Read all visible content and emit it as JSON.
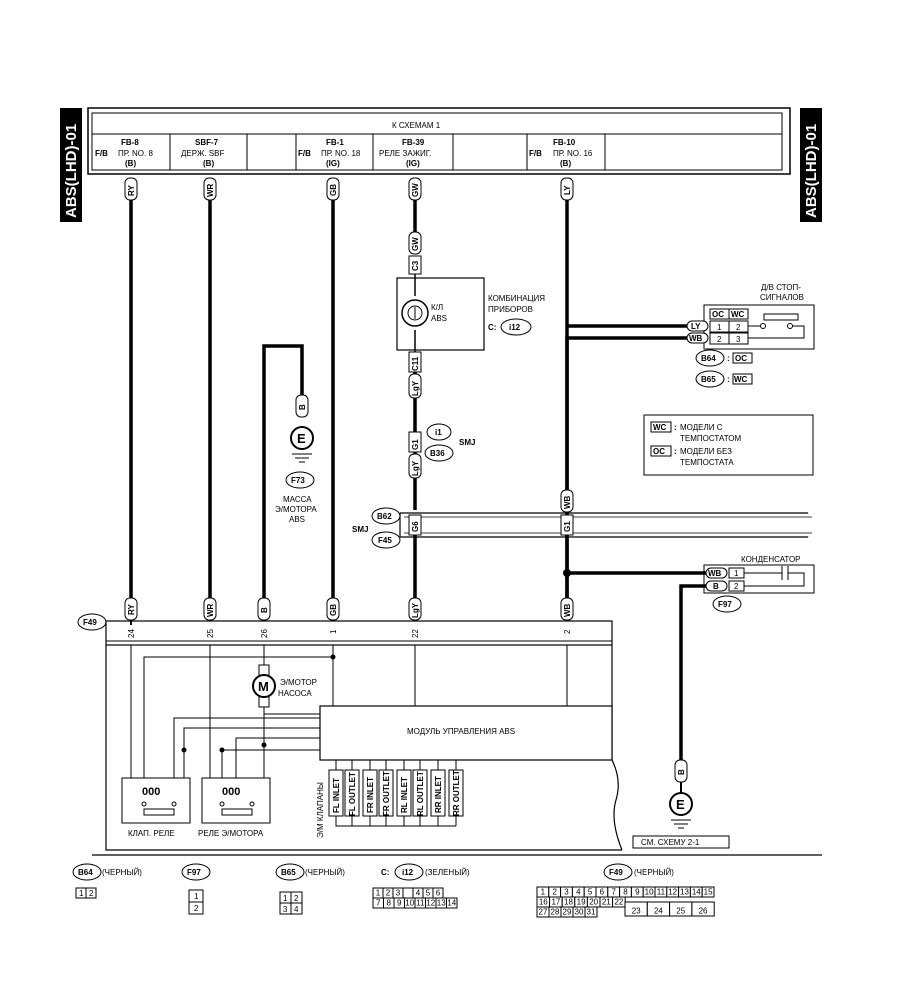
{
  "side_label": "ABS(LHD)-01",
  "header": {
    "title": "К СХЕМАМ 1",
    "cells": [
      {
        "fb": "",
        "line1": "FB-8",
        "line2": "ПР. NO. 8",
        "line3": "(B)",
        "fbmark": "F/B"
      },
      {
        "fb": "",
        "line1": "SBF-7",
        "line2": "ДЕРЖ. SBF",
        "line3": "(B)",
        "fbmark": ""
      },
      {
        "fb": "",
        "line1": "FB-1",
        "line2": "ПР. NO. 18",
        "line3": "(IG)",
        "fbmark": "F/B"
      },
      {
        "fb": "",
        "line1": "FB-39",
        "line2": "РЕЛЕ ЗАЖИГ.",
        "line3": "(IG)",
        "fbmark": ""
      },
      {
        "fb": "",
        "line1": "FB-10",
        "line2": "ПР. NO. 16",
        "line3": "(B)",
        "fbmark": "F/B"
      }
    ]
  },
  "wire_codes": {
    "ry": "RY",
    "wr": "WR",
    "gb": "GB",
    "gw": "GW",
    "ly": "LY",
    "b": "B",
    "lgy": "LgY",
    "wb": "WB"
  },
  "cluster": {
    "c3": "C3",
    "c11": "C11",
    "lamp": "К/Л\nABS",
    "lamp_l1": "К/Л",
    "lamp_l2": "ABS",
    "name_l1": "КОМБИНАЦИЯ",
    "name_l2": "ПРИБОРОВ",
    "conn_prefix": "C:",
    "conn": "i12"
  },
  "ground_f73": {
    "id": "F73",
    "l1": "МАССА",
    "l2": "Э/МОТОРА",
    "l3": "ABS"
  },
  "smj_upper": {
    "g1": "G1",
    "i1": "i1",
    "b36": "B36",
    "label": "SMJ"
  },
  "smj_lower": {
    "b62": "B62",
    "f45": "F45",
    "label": "SMJ",
    "g6": "G6",
    "g1": "G1"
  },
  "brake_switch": {
    "title_l1": "Д/В СТОП-",
    "title_l2": "СИГНАЛОВ",
    "col_oc": "OC",
    "col_wc": "WC",
    "r1": [
      "1",
      "2"
    ],
    "r2": [
      "2",
      "3"
    ],
    "b64": "B64",
    "b65": "B65",
    "oc": "OC",
    "wc": "WC",
    "colon": ":"
  },
  "legend": {
    "wc": "WC",
    "wc_l1": "МОДЕЛИ С",
    "wc_l2": "ТЕМПОСТАТОМ",
    "oc": "OC",
    "oc_l1": "МОДЕЛИ БЕЗ",
    "oc_l2": "ТЕМПОСТАТА",
    "colon": ":"
  },
  "condenser": {
    "title": "КОНДЕНСАТОР",
    "p1": "1",
    "p2": "2",
    "id": "F97"
  },
  "f49": {
    "id": "F49",
    "pins": [
      "24",
      "25",
      "26",
      "1",
      "22",
      "2"
    ]
  },
  "module": {
    "motor": "M",
    "motor_l1": "Э/МОТОР",
    "motor_l2": "НАСОСА",
    "title": "МОДУЛЬ УПРАВЛЕНИЯ ABS",
    "valves_label": "Э/М КЛАПАНЫ",
    "valves": [
      "FL INLET",
      "FL OUTLET",
      "FR INLET",
      "FR OUTLET",
      "RL INLET",
      "RL OUTLET",
      "RR INLET",
      "RR OUTLET"
    ],
    "relay1": "КЛАП. РЕЛЕ",
    "relay2": "РЕЛЕ Э/МОТОРА",
    "coil": "000"
  },
  "ground_e": "E",
  "see_scheme": "СМ. СХЕМУ 2-1",
  "connectors": {
    "b64": {
      "id": "B64",
      "desc": "(ЧЕРНЫЙ)",
      "pins": [
        "1",
        "2"
      ]
    },
    "f97": {
      "id": "F97",
      "pins": [
        "1",
        "2"
      ]
    },
    "b65": {
      "id": "B65",
      "desc": "(ЧЕРНЫЙ)",
      "pins": [
        "1",
        "2",
        "3",
        "4"
      ]
    },
    "i12": {
      "prefix": "C:",
      "id": "i12",
      "desc": "(ЗЕЛЕНЫЙ)",
      "row1": [
        "1",
        "2",
        "3",
        "",
        "4",
        "5",
        "6"
      ],
      "row2": [
        "7",
        "8",
        "9",
        "10",
        "11",
        "12",
        "13",
        "14"
      ]
    },
    "f49": {
      "id": "F49",
      "desc": "(ЧЕРНЫЙ)",
      "row1": [
        "1",
        "2",
        "3",
        "4",
        "5",
        "6",
        "7",
        "8",
        "9",
        "10",
        "11",
        "12",
        "13",
        "14",
        "15"
      ],
      "row2": [
        "16",
        "17",
        "18",
        "19",
        "20",
        "21",
        "22"
      ],
      "row2b": [
        "23",
        "24",
        "25",
        "26"
      ],
      "row3": [
        "27",
        "28",
        "29",
        "30",
        "31"
      ]
    }
  }
}
